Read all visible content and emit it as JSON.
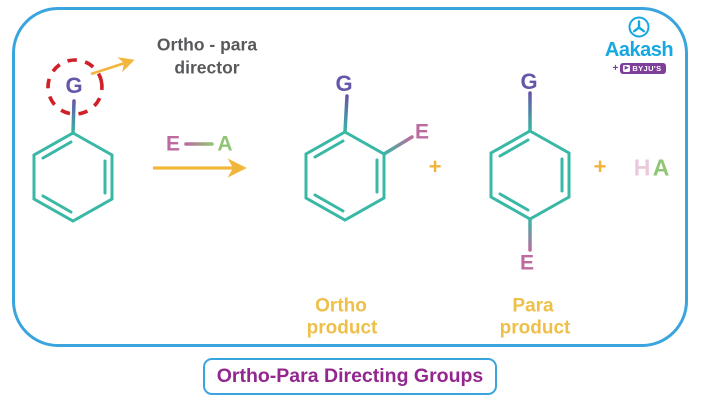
{
  "title": "Ortho-Para Directing Groups",
  "annotation": {
    "line1": "Ortho - para",
    "line2": "director"
  },
  "reactant": {
    "substituent": "G"
  },
  "reagent": {
    "e": "E",
    "a": "A"
  },
  "operators": {
    "plus_left": "+",
    "plus_right": "+"
  },
  "ortho_product": {
    "g": "G",
    "e": "E",
    "label1": "Ortho",
    "label2": "product"
  },
  "para_product": {
    "g": "G",
    "e": "E",
    "label1": "Para",
    "label2": "product"
  },
  "byproduct": {
    "h": "H",
    "a": "A"
  },
  "brand": {
    "name": "Aakash",
    "plus": "+",
    "byjus": "BYJU'S"
  },
  "colors": {
    "frame_blue": "#3aa4de",
    "ring_teal": "#38b8a5",
    "substituent_purple": "#6457a8",
    "electrophile_pink": "#bd6b9e",
    "reagent_green": "#90c573",
    "h_light_pink": "#ebc9dd",
    "highlight_red": "#d02028",
    "arrow_yellow": "#f2b63d",
    "label_yellow": "#eec04a",
    "annotation_gray": "#58595b",
    "title_purple": "#93278f",
    "brand_blue": "#16a8e0",
    "badge_purple": "#7d3f98"
  }
}
